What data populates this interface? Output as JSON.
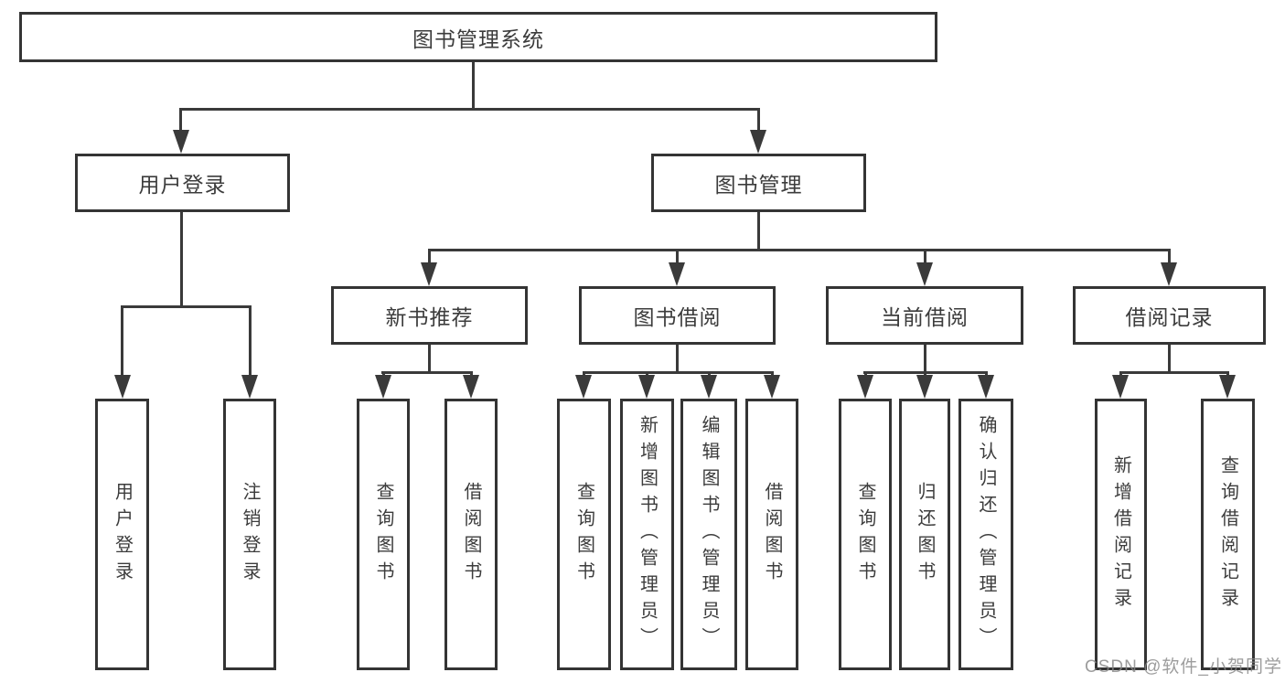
{
  "page": {
    "background": "#ffffff"
  },
  "colors": {
    "line": "#3a3a3a",
    "box_border": "#343434",
    "text": "#3c3c3c",
    "watermark": "#888888"
  },
  "watermark": {
    "text": "CSDN @软件_小贺同学"
  },
  "tree": {
    "root": {
      "label": "图书管理系统"
    },
    "level2": [
      {
        "label": "用户登录"
      },
      {
        "label": "图书管理"
      }
    ],
    "level3": [
      {
        "label": "新书推荐",
        "parent": "图书管理"
      },
      {
        "label": "图书借阅",
        "parent": "图书管理"
      },
      {
        "label": "当前借阅",
        "parent": "图书管理"
      },
      {
        "label": "借阅记录",
        "parent": "图书管理"
      }
    ],
    "leaves": [
      {
        "label": "用户登录",
        "parent": "用户登录"
      },
      {
        "label": "注销登录",
        "parent": "用户登录"
      },
      {
        "label": "查询图书",
        "parent": "新书推荐"
      },
      {
        "label": "借阅图书",
        "parent": "新书推荐"
      },
      {
        "label": "查询图书",
        "parent": "图书借阅"
      },
      {
        "label": "新增图书（管理员）",
        "parent": "图书借阅"
      },
      {
        "label": "编辑图书（管理员）",
        "parent": "图书借阅"
      },
      {
        "label": "借阅图书",
        "parent": "图书借阅"
      },
      {
        "label": "查询图书",
        "parent": "当前借阅"
      },
      {
        "label": "归还图书",
        "parent": "当前借阅"
      },
      {
        "label": "确认归还（管理员）",
        "parent": "当前借阅"
      },
      {
        "label": "新增借阅记录",
        "parent": "借阅记录"
      },
      {
        "label": "查询借阅记录",
        "parent": "借阅记录"
      }
    ]
  }
}
